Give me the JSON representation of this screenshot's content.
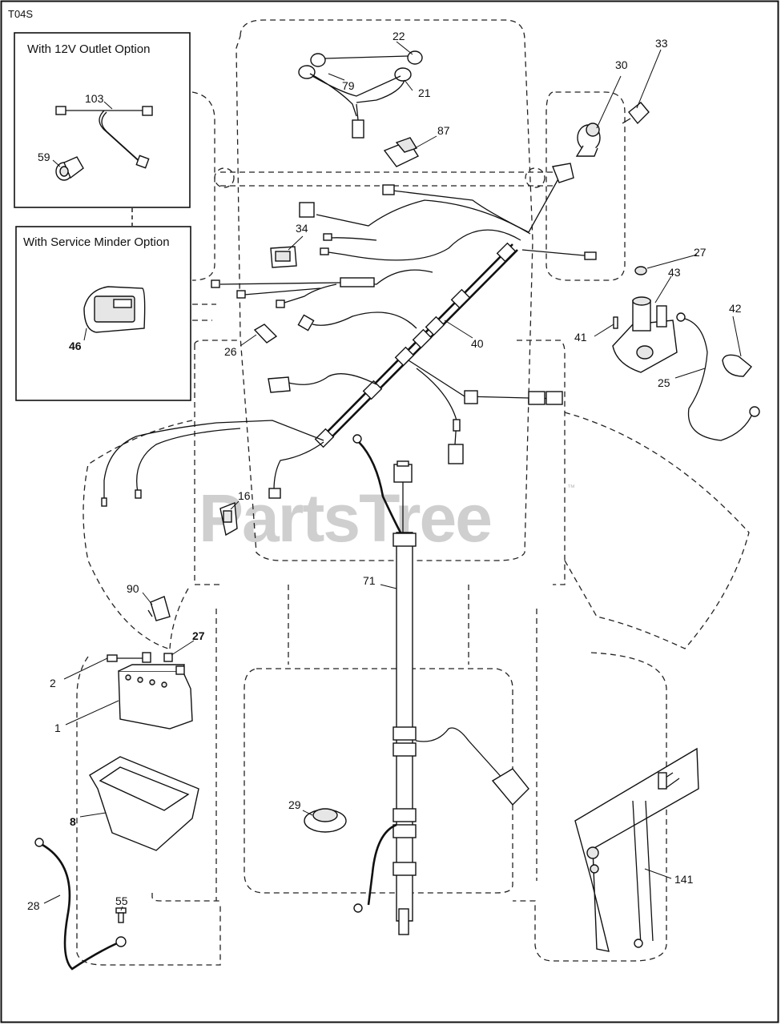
{
  "diagram": {
    "code": "T04S",
    "watermark": "PartsTree",
    "watermark_tm": "™",
    "option_boxes": [
      {
        "title": "With 12V Outlet Option"
      },
      {
        "title": "With Service Minder Option"
      }
    ],
    "callouts": {
      "c1": "1",
      "c2": "2",
      "c8": "8",
      "c16": "16",
      "c21": "21",
      "c22": "22",
      "c25": "25",
      "c26": "26",
      "c27a": "27",
      "c27b": "27",
      "c28": "28",
      "c29": "29",
      "c30": "30",
      "c33": "33",
      "c34": "34",
      "c40": "40",
      "c41": "41",
      "c42": "42",
      "c43": "43",
      "c46": "46",
      "c55": "55",
      "c59": "59",
      "c71": "71",
      "c79": "79",
      "c87": "87",
      "c90": "90",
      "c103": "103",
      "c141": "141"
    }
  }
}
